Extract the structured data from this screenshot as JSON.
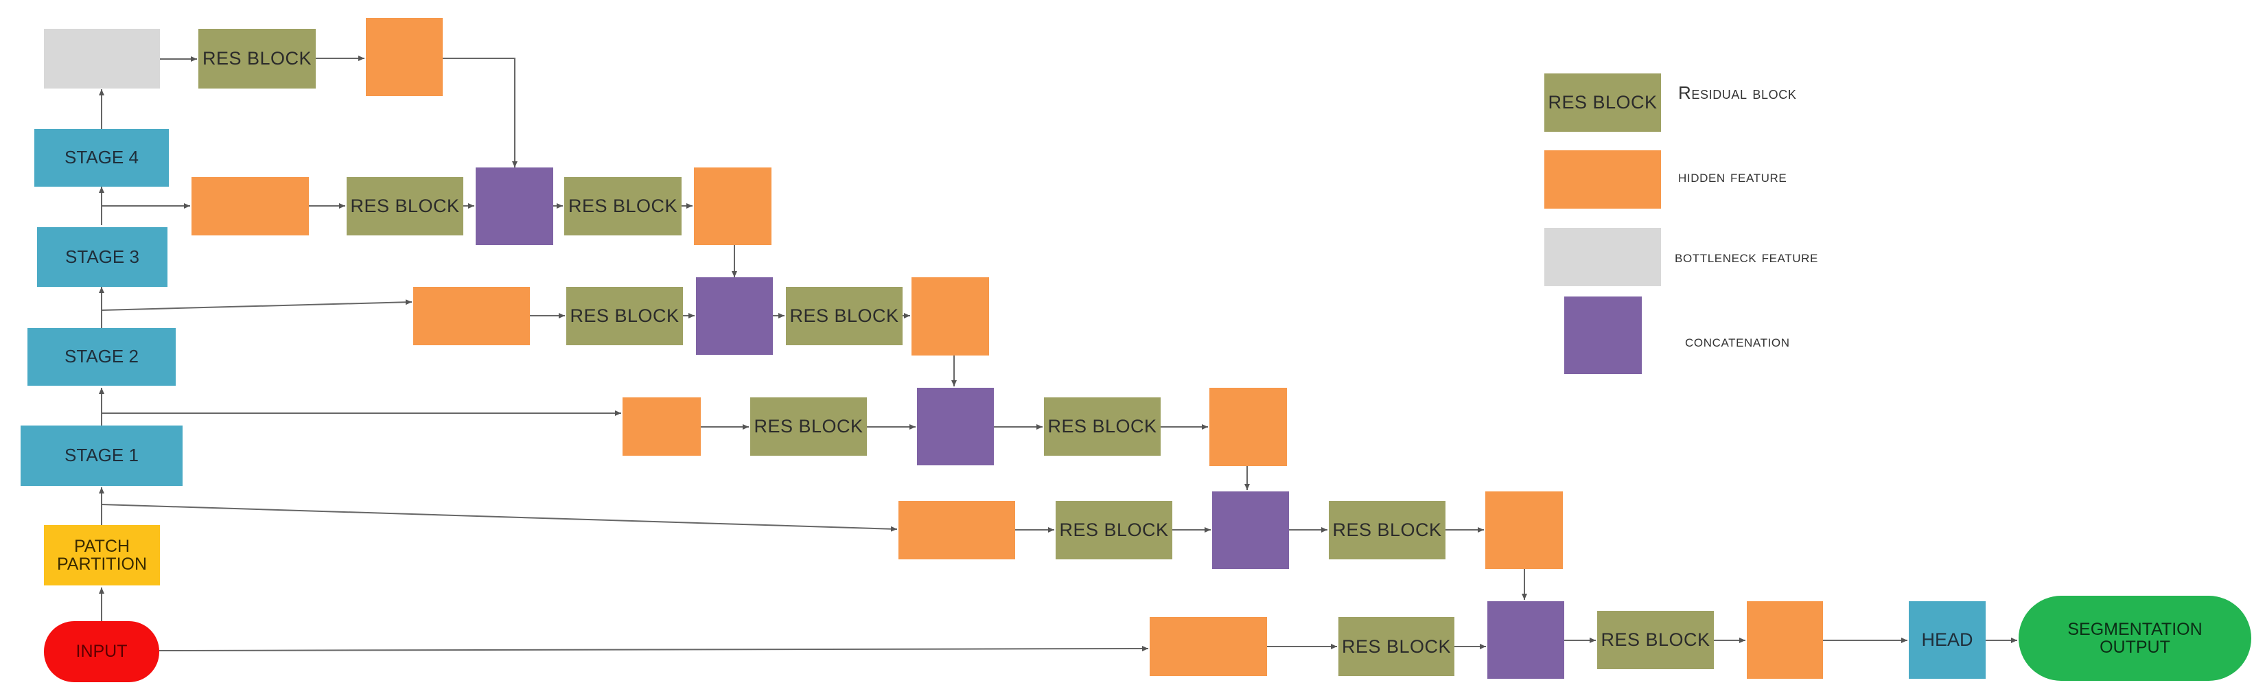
{
  "nodes": {
    "input": "INPUT",
    "patch_partition": "PATCH PARTITION",
    "stage1": "STAGE 1",
    "stage2": "STAGE 2",
    "stage3": "STAGE 3",
    "stage4": "STAGE 4",
    "res_block": "RES BLOCK",
    "head": "HEAD",
    "segmentation_output": "SEGMENTATION OUTPUT"
  },
  "legend": {
    "res_block_sample": "RES BLOCK",
    "residual_block": "Residual block",
    "hidden_feature": "hidden feature",
    "bottleneck_feature": "bottleneck feature",
    "concatenation": "concatenation"
  },
  "colors": {
    "res_block": "#9ea163",
    "hidden_feature": "#f7984a",
    "bottleneck_feature": "#d8d8d8",
    "concatenation": "#7e62a4",
    "stage": "#4aaac5",
    "patch_partition": "#fcc11a",
    "input": "#f50e0e",
    "segmentation_output": "#23b551"
  }
}
